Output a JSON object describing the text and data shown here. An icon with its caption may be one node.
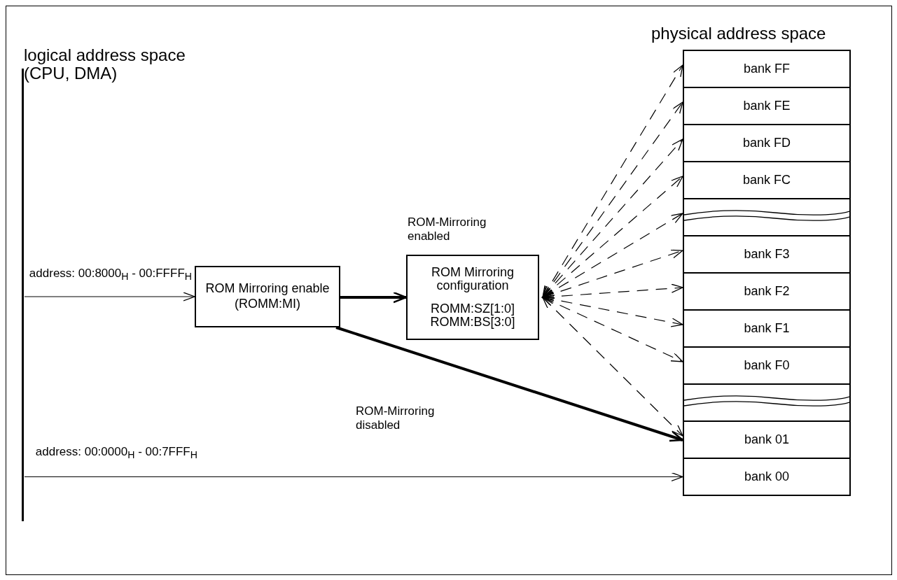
{
  "diagram": {
    "nodes": [
      {
        "text": [
          "logical address space (CPU, DMA)"
        ]
      },
      {
        "text": [
          "ROM Mirroring enable (ROMM:MI)"
        ]
      },
      {
        "text": [
          "ROM Mirroring configuration",
          "ROMM:SZ[1:0] ROMM:BS[3:0]"
        ],
        "beside": [
          "ROM-Mirroring enabled"
        ]
      },
      {
        "text": [
          "physical address space"
        ]
      },
      {
        "text": [
          "bank FF"
        ],
        "in": 3
      },
      {
        "text": [
          "bank FE"
        ],
        "in": 3
      },
      {
        "text": [
          "bank FD"
        ],
        "in": 3
      },
      {
        "text": [
          "bank FC"
        ],
        "in": 3
      },
      {
        "text": [],
        "shape": "box",
        "in": 3
      },
      {
        "text": [
          "bank F3"
        ],
        "in": 3
      },
      {
        "text": [
          "bank F2"
        ],
        "in": 3
      },
      {
        "text": [
          "bank F1"
        ],
        "in": 3
      },
      {
        "text": [
          "bank F0"
        ],
        "in": 3
      },
      {
        "text": [],
        "shape": "box",
        "in": 3
      },
      {
        "text": [
          "bank 01"
        ],
        "in": 3
      },
      {
        "text": [
          "bank 00"
        ],
        "in": 3
      }
    ],
    "edges": [
      {
        "from": 0,
        "to": 1,
        "arrow": "to",
        "label": "address: 00:8000$_{H}$ - 00:FFFF$_{H}$"
      },
      {
        "from": 1,
        "to": 2,
        "arrow": "to",
        "style": "thick"
      },
      {
        "from": 1,
        "to": 14,
        "arrow": "to",
        "style": "thick",
        "label": "ROM-Mirroring disabled"
      },
      {
        "from": 2,
        "to": 4,
        "arrow": "both",
        "style": "dashed"
      },
      {
        "from": 2,
        "to": 5,
        "arrow": "both",
        "style": "dashed"
      },
      {
        "from": 2,
        "to": 6,
        "arrow": "both",
        "style": "dashed"
      },
      {
        "from": 2,
        "to": 7,
        "arrow": "both",
        "style": "dashed"
      },
      {
        "from": 2,
        "to": 8,
        "arrow": "both",
        "style": "dashed"
      },
      {
        "from": 2,
        "to": 9,
        "arrow": "both",
        "style": "dashed"
      },
      {
        "from": 2,
        "to": 10,
        "arrow": "both",
        "style": "dashed"
      },
      {
        "from": 2,
        "to": 11,
        "arrow": "both",
        "style": "dashed"
      },
      {
        "from": 2,
        "to": 12,
        "arrow": "both",
        "style": "dashed"
      },
      {
        "from": 2,
        "to": 14,
        "arrow": "both",
        "style": "dashed"
      },
      {
        "from": 0,
        "to": 15,
        "arrow": "to",
        "label": "address: 00:0000$_{H}$ - 00:7FFF$_{H}$"
      }
    ]
  }
}
